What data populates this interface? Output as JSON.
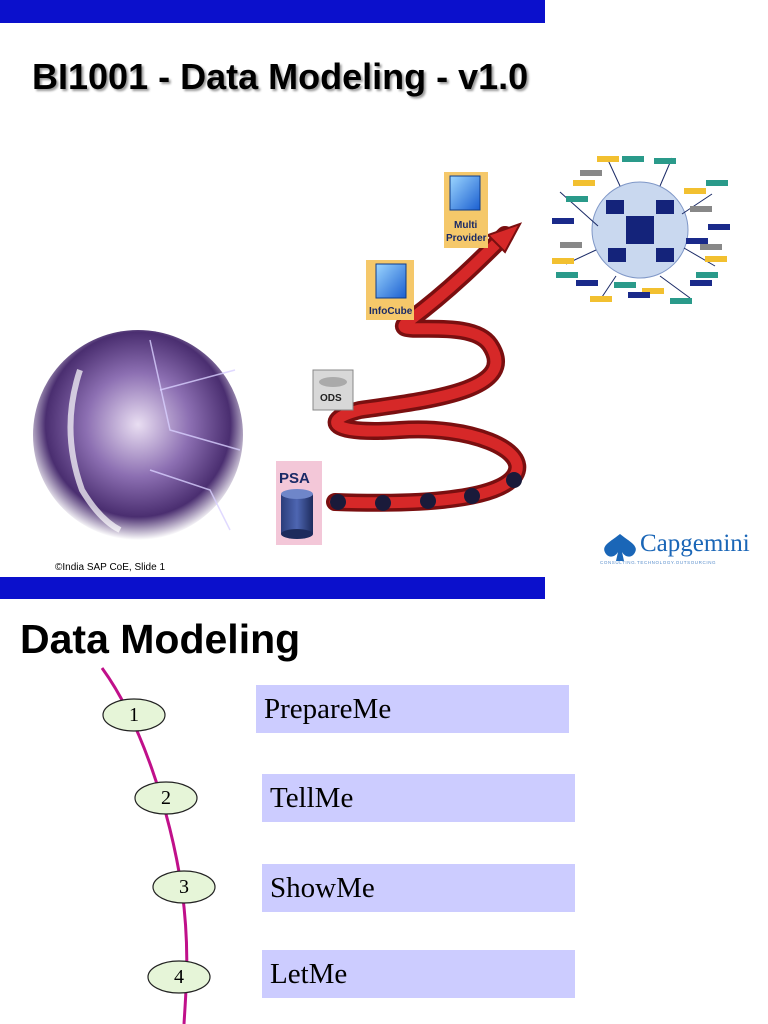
{
  "slide1": {
    "title": "BI1001 - Data Modeling - v1.0",
    "footer": "©India SAP CoE, Slide 1",
    "labels": {
      "psa": "PSA",
      "ods": "ODS",
      "infocube": "InfoCube",
      "multiprovider_line1": "Multi",
      "multiprovider_line2": "Provider"
    },
    "logo": {
      "name": "Capgemini",
      "tagline": "CONSULTING.TECHNOLOGY.OUTSOURCING"
    },
    "colors": {
      "accent_bar": "#0b10cc",
      "spiral": "#cc2222",
      "logo": "#1a66b7"
    }
  },
  "slide2": {
    "title": "Data Modeling",
    "steps": [
      {
        "number": "1",
        "label": "PrepareMe"
      },
      {
        "number": "2",
        "label": "TellMe"
      },
      {
        "number": "3",
        "label": "ShowMe"
      },
      {
        "number": "4",
        "label": "LetMe"
      }
    ],
    "colors": {
      "step_box": "#ccccff",
      "step_circle": "#e6f5d8",
      "curve": "#c0108a"
    }
  }
}
